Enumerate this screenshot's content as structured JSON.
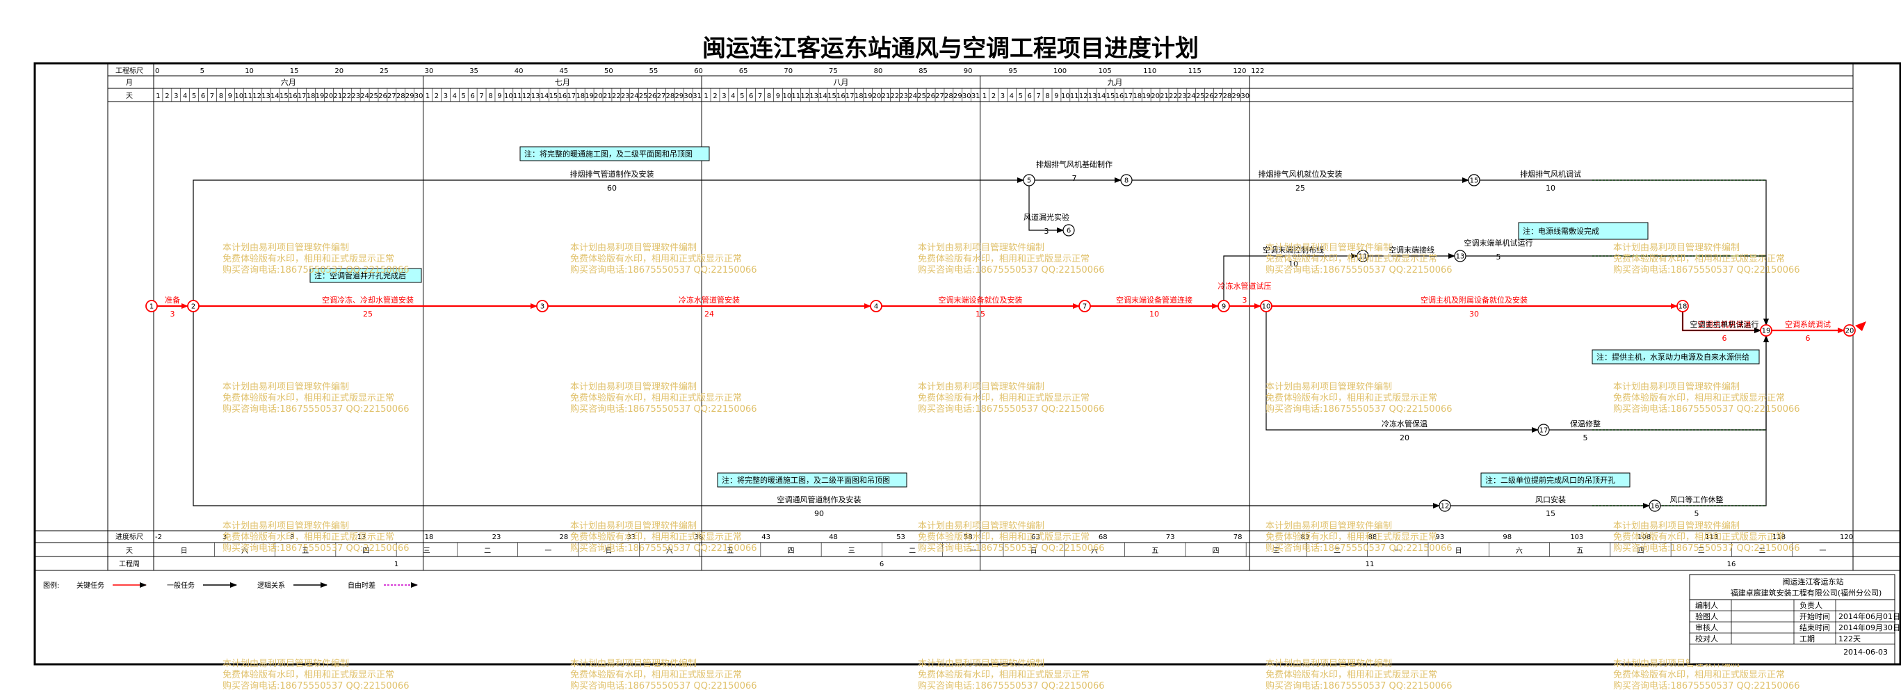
{
  "title": "闽运连江客运东站通风与空调工程项目进度计划",
  "colors": {
    "critical": "#ff0000",
    "normal": "#000000",
    "logic": "#000000",
    "float": "#cc00cc",
    "free": "#00cc00",
    "note_bg": "#b3ffff",
    "watermark": "#e0c16b"
  },
  "header": {
    "ruler_label": "工程标尺",
    "month_label": "月",
    "day_label": "天",
    "ruler_ticks": [
      "0",
      "5",
      "10",
      "15",
      "20",
      "25",
      "30",
      "35",
      "40",
      "45",
      "50",
      "55",
      "60",
      "65",
      "70",
      "75",
      "80",
      "85",
      "90",
      "95",
      "100",
      "105",
      "110",
      "115",
      "120",
      "122"
    ],
    "months": [
      {
        "label": "六月",
        "days": 30
      },
      {
        "label": "七月",
        "days": 31
      },
      {
        "label": "八月",
        "days": 31
      },
      {
        "label": "九月",
        "days": 30
      }
    ]
  },
  "footer": {
    "progress_label": "进度标尺",
    "day_label": "天",
    "week_label": "工程周",
    "progress_ticks": [
      "-2",
      "3",
      "8",
      "13",
      "18",
      "23",
      "28",
      "33",
      "38",
      "43",
      "48",
      "53",
      "58",
      "63",
      "68",
      "73",
      "78",
      "83",
      "88",
      "93",
      "98",
      "103",
      "108",
      "113",
      "118",
      "120"
    ],
    "weekdays": [
      "日",
      "六",
      "五",
      "四",
      "三",
      "二",
      "一",
      "日",
      "六",
      "五",
      "四",
      "三",
      "二",
      "一",
      "日",
      "六",
      "五",
      "四",
      "三",
      "二",
      "一",
      "日",
      "六",
      "五",
      "四",
      "三",
      "二",
      "一"
    ],
    "week_numbers": [
      "1",
      "6",
      "11",
      "16"
    ]
  },
  "nodes": [
    {
      "id": "1",
      "type": "critical"
    },
    {
      "id": "2",
      "type": "critical"
    },
    {
      "id": "3",
      "type": "critical"
    },
    {
      "id": "4",
      "type": "critical"
    },
    {
      "id": "5",
      "type": "normal"
    },
    {
      "id": "6",
      "type": "normal"
    },
    {
      "id": "7",
      "type": "critical"
    },
    {
      "id": "8",
      "type": "normal"
    },
    {
      "id": "9",
      "type": "critical"
    },
    {
      "id": "10",
      "type": "critical"
    },
    {
      "id": "11",
      "type": "normal"
    },
    {
      "id": "12",
      "type": "normal"
    },
    {
      "id": "13",
      "type": "normal"
    },
    {
      "id": "14",
      "type": "normal"
    },
    {
      "id": "15",
      "type": "normal"
    },
    {
      "id": "16",
      "type": "normal"
    },
    {
      "id": "17",
      "type": "normal"
    },
    {
      "id": "18",
      "type": "critical"
    },
    {
      "id": "19",
      "type": "critical"
    },
    {
      "id": "20",
      "type": "critical"
    }
  ],
  "activities": [
    {
      "from": "1",
      "to": "2",
      "name": "准备",
      "duration": "3",
      "critical": true
    },
    {
      "from": "2",
      "to": "3",
      "name": "空调冷冻、冷却水管道安装",
      "duration": "25",
      "critical": true
    },
    {
      "from": "3",
      "to": "4",
      "name": "冷冻水管道管安装",
      "duration": "24",
      "critical": true
    },
    {
      "from": "4",
      "to": "7",
      "name": "空调末端设备就位及安装",
      "duration": "15",
      "critical": true
    },
    {
      "from": "7",
      "to": "9",
      "name": "空调末端设备管道连接",
      "duration": "10",
      "critical": true
    },
    {
      "from": "9",
      "to": "10",
      "name": "冷冻水管道试压",
      "duration": "3",
      "critical": true
    },
    {
      "from": "10",
      "to": "18",
      "name": "空调主机及附属设备就位及安装",
      "duration": "30",
      "critical": true
    },
    {
      "from": "18",
      "to": "19",
      "name": "空调主机房保温",
      "duration": "6",
      "critical": true
    },
    {
      "from": "19",
      "to": "20",
      "name": "空调系统调试",
      "duration": "6",
      "critical": true
    },
    {
      "from": "2",
      "to": "5",
      "name": "排烟排气管道制作及安装",
      "duration": "60",
      "critical": false
    },
    {
      "from": "5",
      "to": "8",
      "name": "排烟排气风机基础制作",
      "duration": "7",
      "critical": false
    },
    {
      "from": "5",
      "to": "6",
      "name": "风道漏光实验",
      "duration": "3",
      "critical": false
    },
    {
      "from": "8",
      "to": "14",
      "name": "排烟排气风机就位及安装",
      "duration": "25",
      "critical": false
    },
    {
      "from": "14",
      "to": "19",
      "name": "排烟排气风机调试",
      "duration": "10",
      "critical": false
    },
    {
      "from": "9",
      "to": "11",
      "name": "空调末端控制布线",
      "duration": "10",
      "critical": false
    },
    {
      "from": "11",
      "to": "13",
      "name": "空调末端接线",
      "duration": "",
      "critical": false
    },
    {
      "from": "13",
      "to": "19",
      "name": "空调末端单机试运行",
      "duration": "5",
      "critical": false
    },
    {
      "from": "10",
      "to": "17",
      "name": "冷冻水管保温",
      "duration": "20",
      "critical": false
    },
    {
      "from": "17",
      "to": "19",
      "name": "保温修整",
      "duration": "5",
      "critical": false
    },
    {
      "from": "2",
      "to": "12",
      "name": "空调通风管道制作及安装",
      "duration": "90",
      "critical": false
    },
    {
      "from": "12",
      "to": "16",
      "name": "风口安装",
      "duration": "15",
      "critical": false
    },
    {
      "from": "16",
      "to": "19",
      "name": "风口等工作休整",
      "duration": "5",
      "critical": false
    },
    {
      "from": "18",
      "to": "19",
      "name": "空调主机单机试运行",
      "duration": "",
      "critical": false
    }
  ],
  "notes": [
    {
      "text": "注：将完整的暖通施工图，及二级平面图和吊顶图",
      "style": "small"
    },
    {
      "text": "注：空调管道井开孔完成后",
      "style": "small"
    },
    {
      "text": "注：电源线需敷设完成",
      "style": "large"
    },
    {
      "text": "注：提供主机，水泵动力电源及自来水源供给",
      "style": "small"
    },
    {
      "text": "注：将完整的暖通施工图，及二级平面图和吊顶图",
      "style": "small"
    },
    {
      "text": "注：二级单位提前完成风口的吊顶开孔",
      "style": "small"
    }
  ],
  "watermark": {
    "line1": "本计划由易利项目管理软件编制",
    "line2": "免费体验版有水印，相用和正式版显示正常",
    "line3": "购买咨询电话:18675550537 QQ:22150066"
  },
  "legend": {
    "label": "图例:",
    "items": [
      {
        "text": "关键任务",
        "color": "#ff0000"
      },
      {
        "text": "一般任务",
        "color": "#000000"
      },
      {
        "text": "逻辑关系",
        "color": "#000000"
      },
      {
        "text": "自由时差",
        "color": "#cc00cc"
      }
    ]
  },
  "info_block": {
    "project": "闽运连江客运东站",
    "company": "福建卓宸建筑安装工程有限公司(福州分公司)",
    "rows": [
      {
        "k1": "编制人",
        "v1": "",
        "k2": "负责人",
        "v2": ""
      },
      {
        "k1": "验图人",
        "v1": "",
        "k2": "开始时间",
        "v2": "2014年06月01日"
      },
      {
        "k1": "审核人",
        "v1": "",
        "k2": "结束时间",
        "v2": "2014年09月30日"
      },
      {
        "k1": "校对人",
        "v1": "",
        "k2": "工期",
        "v2": "122天"
      }
    ],
    "date": "2014-06-03"
  }
}
